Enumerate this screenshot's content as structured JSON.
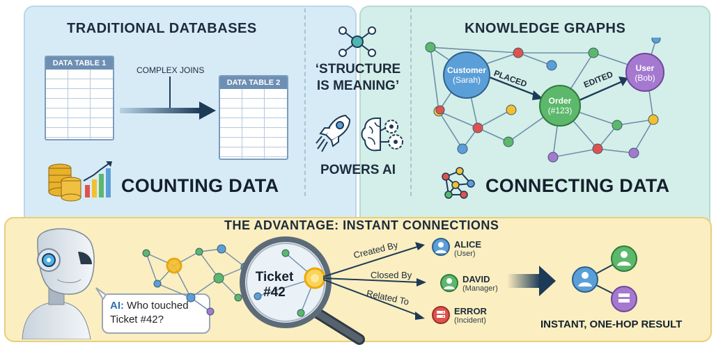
{
  "left_panel": {
    "title": "TRADITIONAL DATABASES",
    "table1": "DATA TABLE 1",
    "table2": "DATA TABLE 2",
    "joins_label": "COMPLEX JOINS",
    "footer": "COUNTING DATA"
  },
  "center": {
    "quote_line1": "‘STRUCTURE",
    "quote_line2": "IS MEANING’",
    "powers": "POWERS AI"
  },
  "right_panel": {
    "title": "KNOWLEDGE GRAPHS",
    "customer_label": "Customer",
    "customer_name": "(Sarah)",
    "order_label": "Order",
    "order_id": "(#123)",
    "user_label": "User",
    "user_name": "(Bob)",
    "edge_placed": "PLACED",
    "edge_edited": "EDITED",
    "footer": "CONNECTING DATA"
  },
  "bottom_panel": {
    "title": "THE ADVANTAGE: INSTANT CONNECTIONS",
    "bubble_prefix": "AI:",
    "bubble_line1": " Who touched",
    "bubble_line2": "Ticket #42?",
    "ticket_line1": "Ticket",
    "ticket_line2": "#42",
    "rel1": "Created By",
    "rel2": "Closed By",
    "rel3": "Related To",
    "p1_name": "ALICE",
    "p1_role": "(User)",
    "p2_name": "DAVID",
    "p2_role": "(Manager)",
    "p3_name": "ERROR",
    "p3_role": "(Incident)",
    "result": "INSTANT, ONE-HOP RESULT"
  },
  "colors": {
    "node_blue": "#5b9fd8",
    "node_green": "#5cb86a",
    "node_red": "#e0524d",
    "node_yellow": "#f2c030",
    "node_purple": "#a579cf",
    "edge": "#6d8fa8"
  }
}
